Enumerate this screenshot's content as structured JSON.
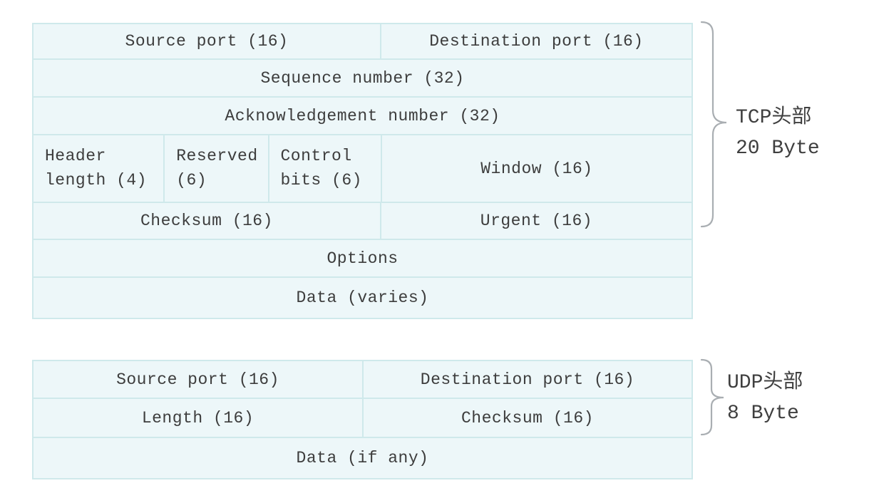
{
  "colors": {
    "cell_fill": "#edf7f9",
    "cell_border": "#cfe9eb",
    "text": "#3d3d3d",
    "brace": "#a9aeb2",
    "background": "#ffffff"
  },
  "tcp_header": {
    "brace_label_line1": "TCP头部",
    "brace_label_line2": "20 Byte",
    "rows": [
      {
        "cells": [
          {
            "label": "Source port (16)"
          },
          {
            "label": "Destination port (16)"
          }
        ]
      },
      {
        "cells": [
          {
            "label": "Sequence number (32)"
          }
        ]
      },
      {
        "cells": [
          {
            "label": "Acknowledgement number (32)"
          }
        ]
      },
      {
        "cells": [
          {
            "label": "Header length (4)"
          },
          {
            "label": "Reserved (6)"
          },
          {
            "label": "Control bits (6)"
          },
          {
            "label": "Window (16)"
          }
        ]
      },
      {
        "cells": [
          {
            "label": "Checksum (16)"
          },
          {
            "label": "Urgent (16)"
          }
        ]
      },
      {
        "cells": [
          {
            "label": "Options"
          }
        ]
      },
      {
        "cells": [
          {
            "label": "Data (varies)"
          }
        ]
      }
    ]
  },
  "udp_header": {
    "brace_label_line1": "UDP头部",
    "brace_label_line2": "8 Byte",
    "rows": [
      {
        "cells": [
          {
            "label": "Source port (16)"
          },
          {
            "label": "Destination port (16)"
          }
        ]
      },
      {
        "cells": [
          {
            "label": "Length (16)"
          },
          {
            "label": "Checksum (16)"
          }
        ]
      },
      {
        "cells": [
          {
            "label": "Data (if any)"
          }
        ]
      }
    ]
  }
}
